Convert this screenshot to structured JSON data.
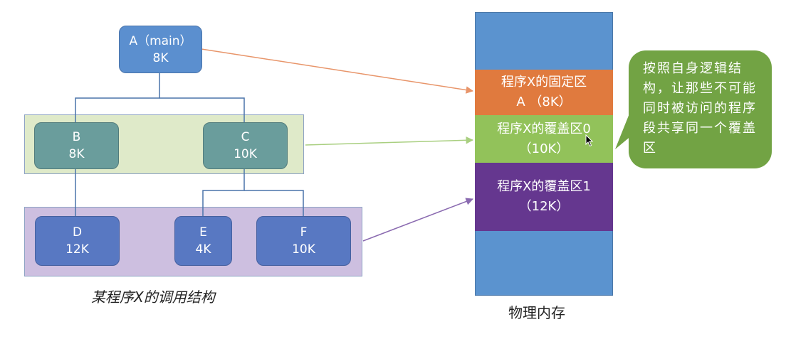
{
  "tree": {
    "a": {
      "name": "A（main）",
      "size": "8K"
    },
    "b": {
      "name": "B",
      "size": "8K"
    },
    "c": {
      "name": "C",
      "size": "10K"
    },
    "d": {
      "name": "D",
      "size": "12K"
    },
    "e": {
      "name": "E",
      "size": "4K"
    },
    "f": {
      "name": "F",
      "size": "10K"
    },
    "caption": "某程序X的调用结构"
  },
  "memory": {
    "fixed": {
      "line1": "程序X的固定区",
      "line2": "A （8K）"
    },
    "overlay0": {
      "line1": "程序X的覆盖区0",
      "line2": "（10K）"
    },
    "overlay1": {
      "line1": "程序X的覆盖区1",
      "line2": "（12K）"
    },
    "caption": "物理内存"
  },
  "callout": {
    "text": "按照自身逻辑结构，让那些不可能同时被访问的程序段共享同一个覆盖区"
  },
  "colors": {
    "fixed": "#e07a3e",
    "overlay0": "#92c25a",
    "overlay1": "#65378f",
    "memory": "#5b93cf",
    "callout": "#72a344"
  }
}
